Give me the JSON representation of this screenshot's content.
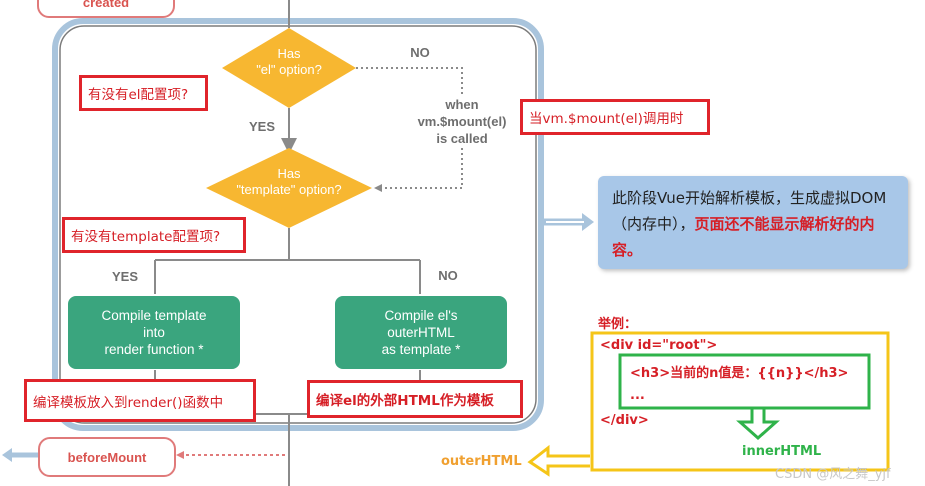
{
  "top_pill": "created",
  "decision1": {
    "line1": "Has",
    "line2": "\"el\" option?"
  },
  "decision2": {
    "line1": "Has",
    "line2": "\"template\" option?"
  },
  "no_label_top": "NO",
  "yes_label_mid": "YES",
  "when_called": {
    "line1": "when",
    "line2": "vm.$mount(el)",
    "line3": "is called"
  },
  "yes_label_left": "YES",
  "no_label_right": "NO",
  "compile_template": {
    "line1": "Compile template",
    "line2": "into",
    "line3": "render function *"
  },
  "compile_el": {
    "line1": "Compile el's",
    "line2": "outerHTML",
    "line3": "as template *"
  },
  "before_mount": "beforeMount",
  "annotations": {
    "el_option": "有没有el配置项?",
    "mount_called": "当vm.$mount(el)调用时",
    "template_option": "有没有template配置项?",
    "compile_render": "编译模板放入到render()函数中",
    "compile_outer": "编译el的外部HTML作为模板"
  },
  "info_box": {
    "text_normal": "此阶段Vue开始解析模板，生成虚拟DOM（内存中），",
    "text_bold_red": "页面还不能显示解析好的内容。"
  },
  "example": {
    "title": "举例：",
    "line1": "<div id=\"root\">",
    "line2": "<h3>当前的n值是：{{n}}</h3>",
    "line3": "...",
    "line4": "</div>",
    "inner_label": "innerHTML",
    "outer_label": "outerHTML"
  },
  "watermark": "CSDN @风之舞_yjf",
  "colors": {
    "diamond": "#f7b731",
    "green_box": "#3aa57e",
    "red": "#e0242b",
    "yellow_border": "#f5c518",
    "green_border": "#2fb34a",
    "orange_text": "#f0a030",
    "info_bg": "#a8c7e8"
  }
}
